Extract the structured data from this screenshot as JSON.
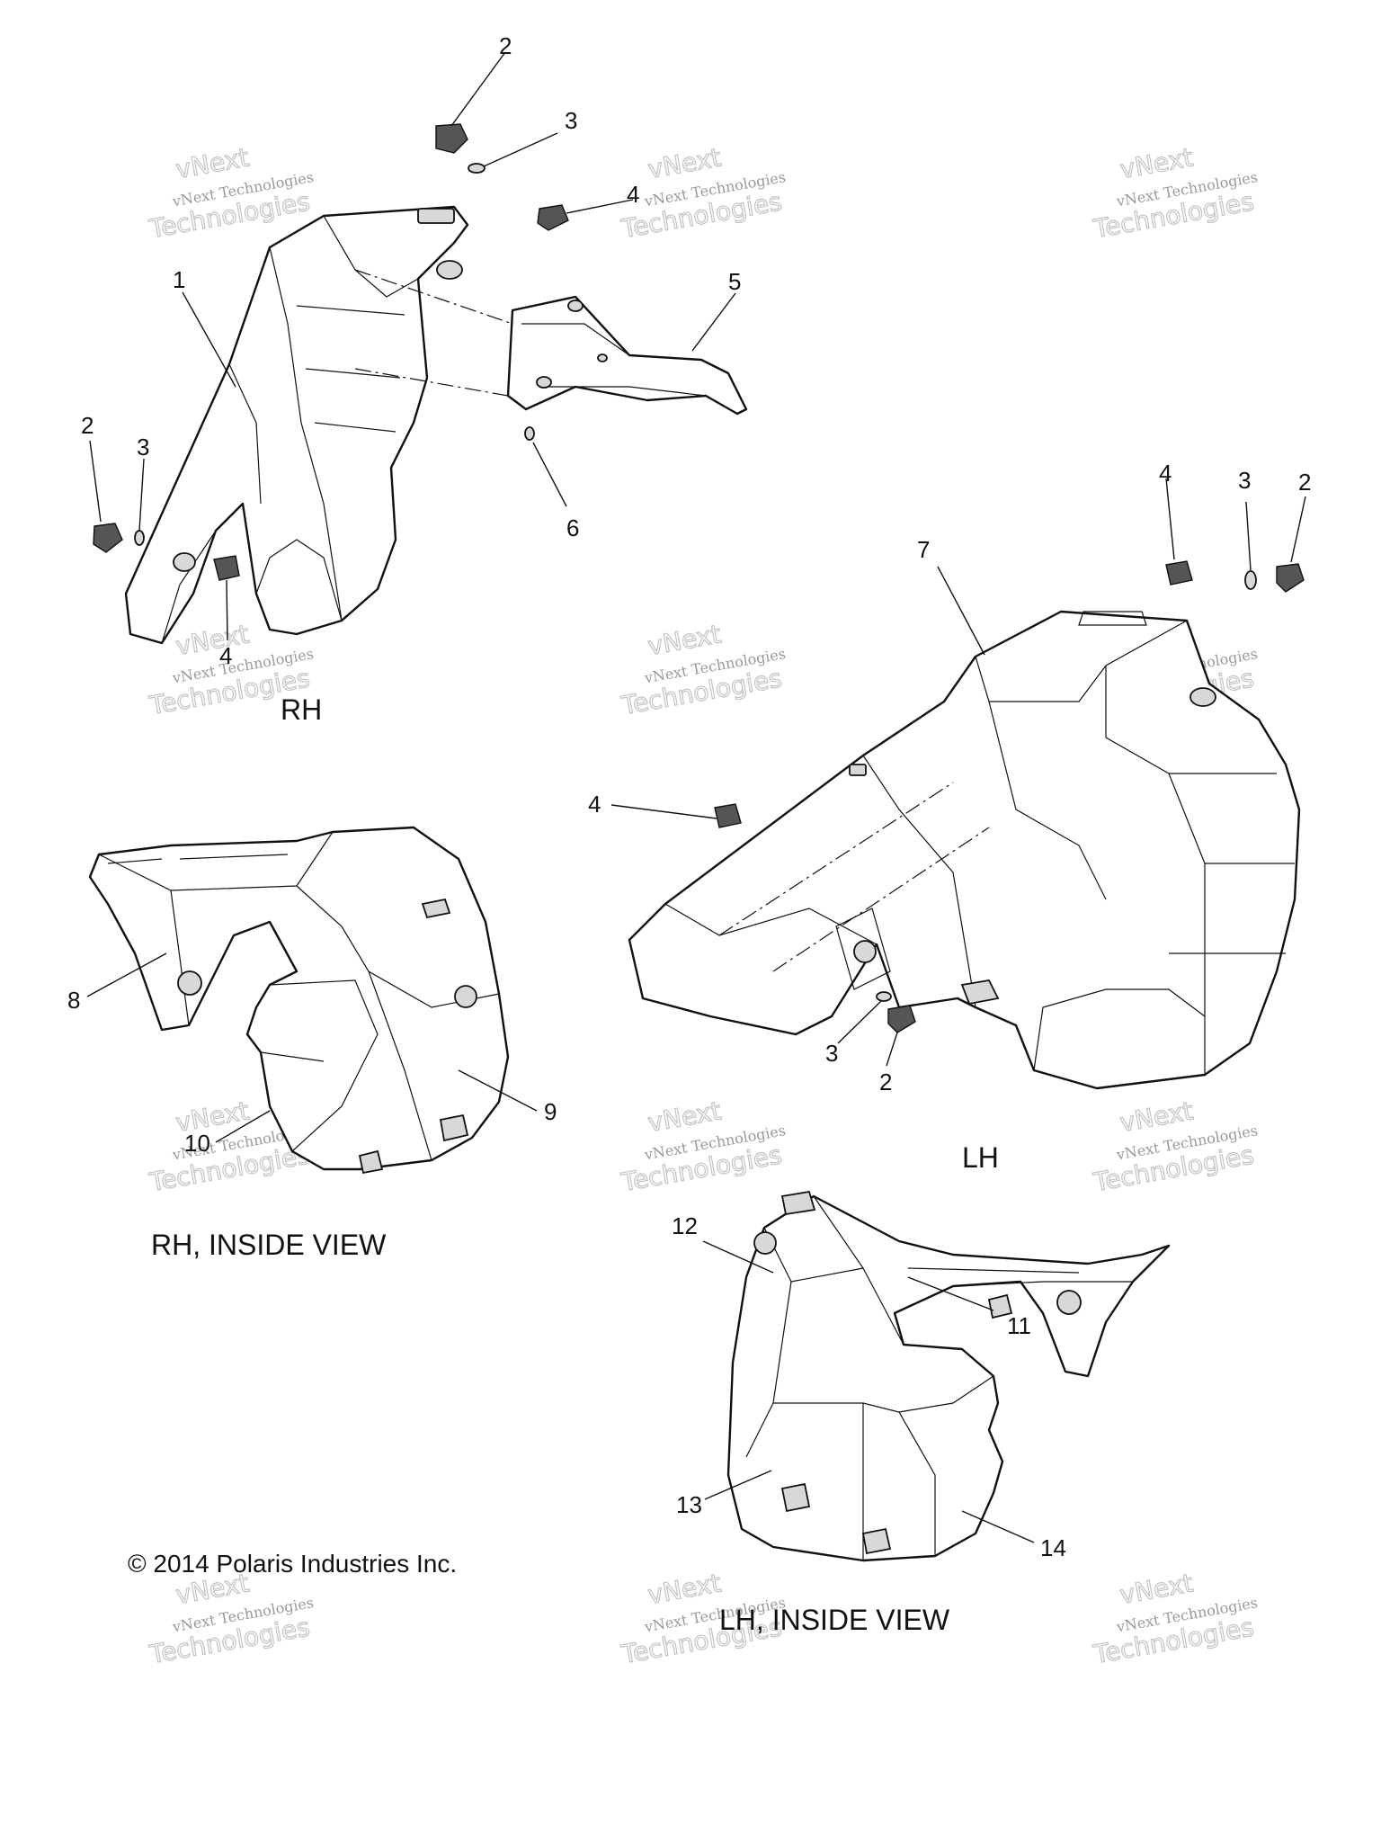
{
  "copyright": "© 2014 Polaris Industries Inc.",
  "views": {
    "rh": "RH",
    "lh": "LH",
    "rh_inside": "RH, INSIDE VIEW",
    "lh_inside": "LH, INSIDE VIEW"
  },
  "watermark": {
    "line1": "vNext Technologies",
    "line2": "Technologies",
    "stamp": "vNext"
  },
  "callouts": [
    "1",
    "2",
    "3",
    "4",
    "5",
    "6",
    "7",
    "8",
    "9",
    "10",
    "11",
    "12",
    "13",
    "14"
  ],
  "colors": {
    "ink": "#111111",
    "watermark": "#9a9a9a"
  }
}
